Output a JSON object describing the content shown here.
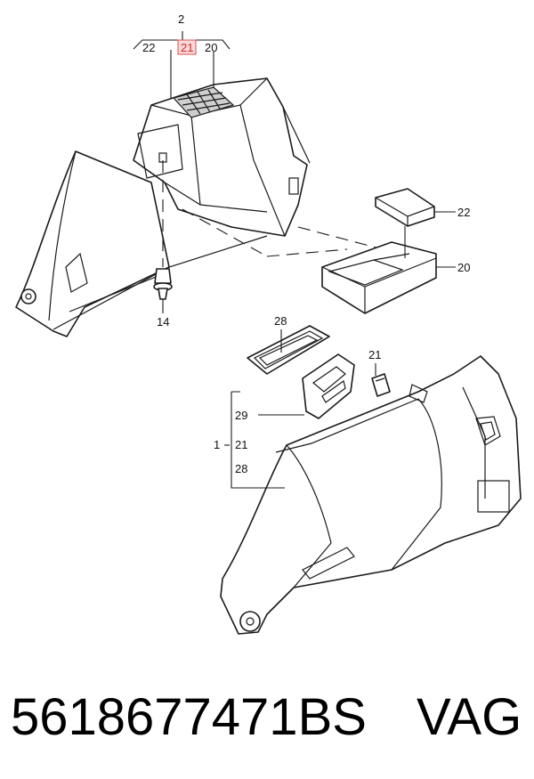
{
  "callouts": {
    "c2": "2",
    "c22_top": "22",
    "c21_top": "21",
    "c20_top": "20",
    "c22_right": "22",
    "c20_right": "20",
    "c14": "14",
    "c28_top": "28",
    "c21_mid": "21",
    "c29": "29",
    "c1": "1",
    "c21_group": "21",
    "c28_group": "28"
  },
  "footer": {
    "part_number": "5618677471BS",
    "brand": "VAG"
  },
  "colors": {
    "highlight_fill": "#f8d8d8",
    "highlight_stroke": "#d9534f",
    "line": "#1a1a1a"
  }
}
